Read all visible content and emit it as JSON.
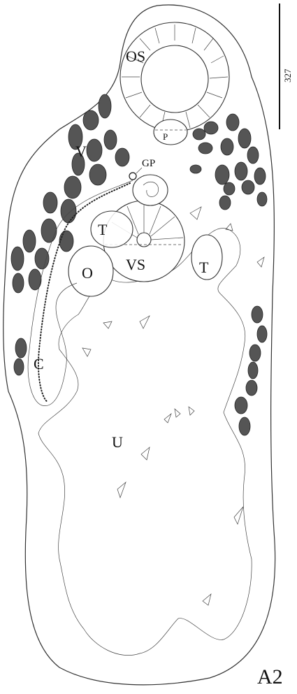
{
  "figure": {
    "panel_label": "A2",
    "scale_value": "327",
    "labels": {
      "oral_sucker": "OS",
      "pharynx": "P",
      "vitellaria": "V",
      "genital_pore": "GP",
      "testis_anterior": "T",
      "testis_posterior": "T",
      "ventral_sucker": "VS",
      "ovary": "O",
      "cirrus_sac": "C",
      "uterus": "U"
    }
  }
}
